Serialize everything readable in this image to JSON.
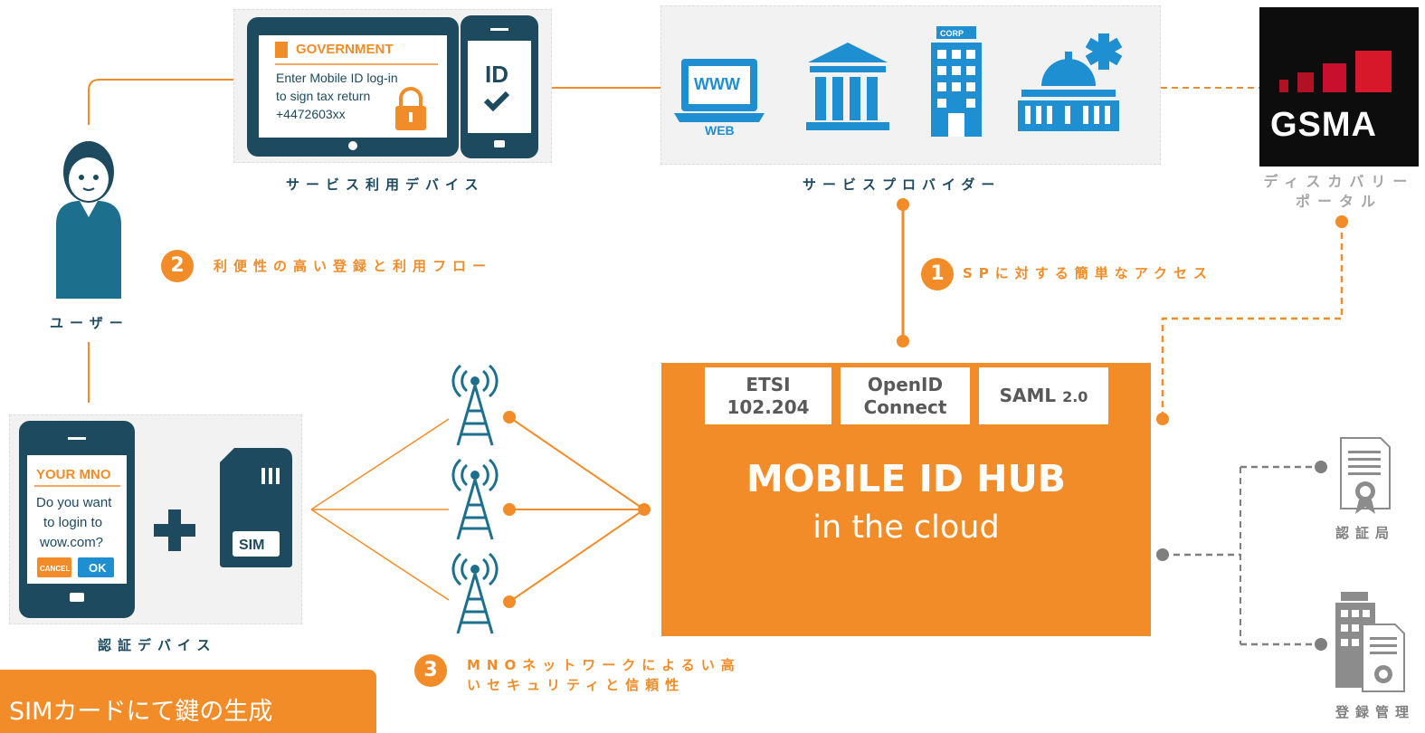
{
  "service_device": {
    "label": "サービス利用デバイス",
    "tablet_heading": "GOVERNMENT",
    "tablet_line1": "Enter Mobile ID log-in",
    "tablet_line2": "to sign tax return",
    "tablet_line3": "+4472603xx",
    "phone_id_text": "ID"
  },
  "service_provider": {
    "label": "サービスプロバイダー",
    "www_text": "WWW",
    "web_text": "WEB",
    "corp_text": "CORP"
  },
  "discovery": {
    "label_line1": "ディスカバリー",
    "label_line2": "ポータル",
    "gsma_text": "GSMA"
  },
  "user": {
    "label": "ユーザー"
  },
  "auth_device": {
    "label": "認証デバイス",
    "phone_heading": "YOUR MNO",
    "phone_line1": "Do you want",
    "phone_line2": "to login to",
    "phone_line3": "wow.com?",
    "cancel_label": "CANCEL",
    "ok_label": "OK",
    "sim_text": "SIM"
  },
  "steps": [
    {
      "number": "1",
      "text": "SPに対する簡単なアクセス"
    },
    {
      "number": "2",
      "text": "利便性の高い登録と利用フロー"
    },
    {
      "number": "3",
      "text_line1": "MNOネットワークによるい高",
      "text_line2": "いセキュリティと信頼性"
    }
  ],
  "hub": {
    "title": "MOBILE ID HUB",
    "subtitle": "in the cloud",
    "standards": [
      {
        "line1": "ETSI",
        "line2": "102.204"
      },
      {
        "line1": "OpenID",
        "line2": "Connect"
      },
      {
        "line1": "SAML",
        "line2": "2.0"
      }
    ]
  },
  "cert_authority": {
    "label": "認証局"
  },
  "registration": {
    "label": "登録管理"
  },
  "banner": {
    "text": "SIMカードにて鍵の生成"
  },
  "colors": {
    "orange": "#f28c28",
    "teal": "#1d4a5f",
    "blue": "#1e8fd1",
    "grey": "#a6a6a6"
  }
}
